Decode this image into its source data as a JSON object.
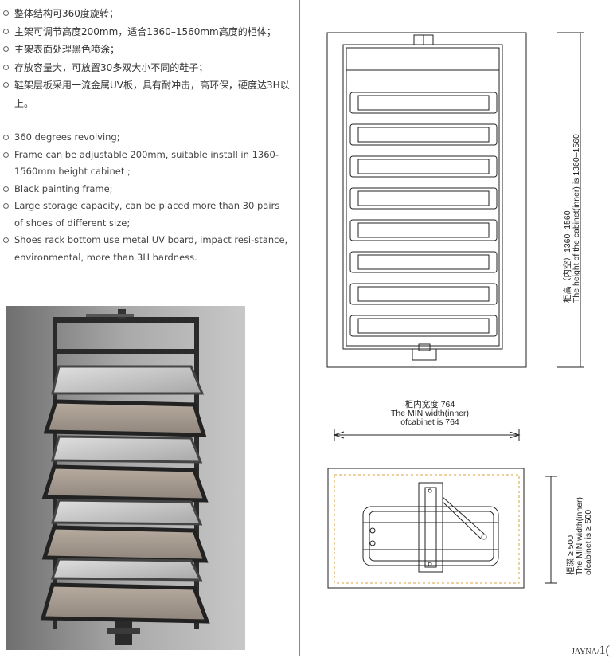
{
  "features_cn": [
    "整体结构可360度旋转；",
    "主架可调节高度200mm，适合1360–1560mm高度的柜体；",
    "主架表面处理黑色喷涂；",
    "存放容量大，可放置30多双大小不同的鞋子；",
    "鞋架层板采用一流金属UV板，具有耐冲击，高环保，硬度达3H以上。"
  ],
  "features_en": [
    "360 degrees revolving;",
    "Frame can be adjustable 200mm, suitable install in 1360-1560mm height cabinet ;",
    "Black painting frame;",
    "Large storage capacity, can be placed more than 30 pairs of shoes of different size;",
    "Shoes rack bottom use metal UV board, impact resi-stance, environmental, more than 3H hardness."
  ],
  "height_label": {
    "cn": "柜高（内空）1360–1560",
    "en": "The height of the cabinet(inner) is  1360–1560"
  },
  "width_label": {
    "cn": "柜内宽度 764",
    "en1": "The MIN width(inner)",
    "en2": "ofcabinet is 764"
  },
  "depth_label": {
    "cn": "柜深 ≥ 500",
    "en1": "The MIN width(inner)",
    "en2": "ofcabinet is ≥ 500"
  },
  "footer": {
    "brand": "JAYNA/",
    "page": "1("
  }
}
